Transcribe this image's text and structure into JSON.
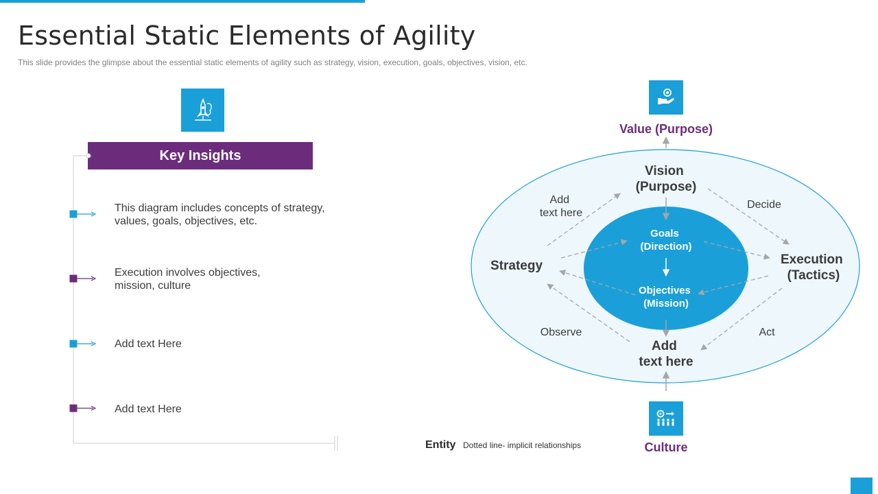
{
  "slide": {
    "title": "Essential Static Elements of Agility",
    "subtitle": "This slide provides  the glimpse about the essential static elements of agility such as strategy, vision,  execution,  goals,  objectives,  vision,  etc."
  },
  "insights": {
    "header": "Key Insights",
    "items": [
      {
        "text_line1": "This diagram includes concepts of strategy,",
        "text_line2": "values,  goals,  objectives, etc.",
        "marker_color": "#1a9fd9"
      },
      {
        "text_line1": "Execution involves objectives,",
        "text_line2": "mission, culture",
        "marker_color": "#6c2c7c"
      },
      {
        "text_line1": "Add text Here",
        "text_line2": "",
        "marker_color": "#1a9fd9"
      },
      {
        "text_line1": "Add text Here",
        "text_line2": "",
        "marker_color": "#6c2c7c"
      }
    ]
  },
  "diagram": {
    "value_label": "Value (Purpose)",
    "culture_label": "Culture",
    "vision_line1": "Vision",
    "vision_line2": "(Purpose)",
    "strategy": "Strategy",
    "execution_line1": "Execution",
    "execution_line2": "(Tactics)",
    "bottom_line1": "Add",
    "bottom_line2": "text here",
    "goals_line1": "Goals",
    "goals_line2": "(Direction)",
    "objectives_line1": "Objectives",
    "objectives_line2": "(Mission)",
    "edge_top_left_line1": "Add",
    "edge_top_left_line2": "text here",
    "edge_top_right": "Decide",
    "edge_bottom_left": "Observe",
    "edge_bottom_right": "Act"
  },
  "legend": {
    "entity": "Entity",
    "description": "Dotted line- implicit relationships"
  },
  "colors": {
    "accent_blue": "#1a9fd9",
    "accent_purple": "#6c2c7c",
    "ellipse_fill": "#eef7fc"
  },
  "icons": {
    "insights_icon": "idea-rocket-icon",
    "value_icon": "hand-coin-icon",
    "culture_icon": "team-gear-icon"
  }
}
